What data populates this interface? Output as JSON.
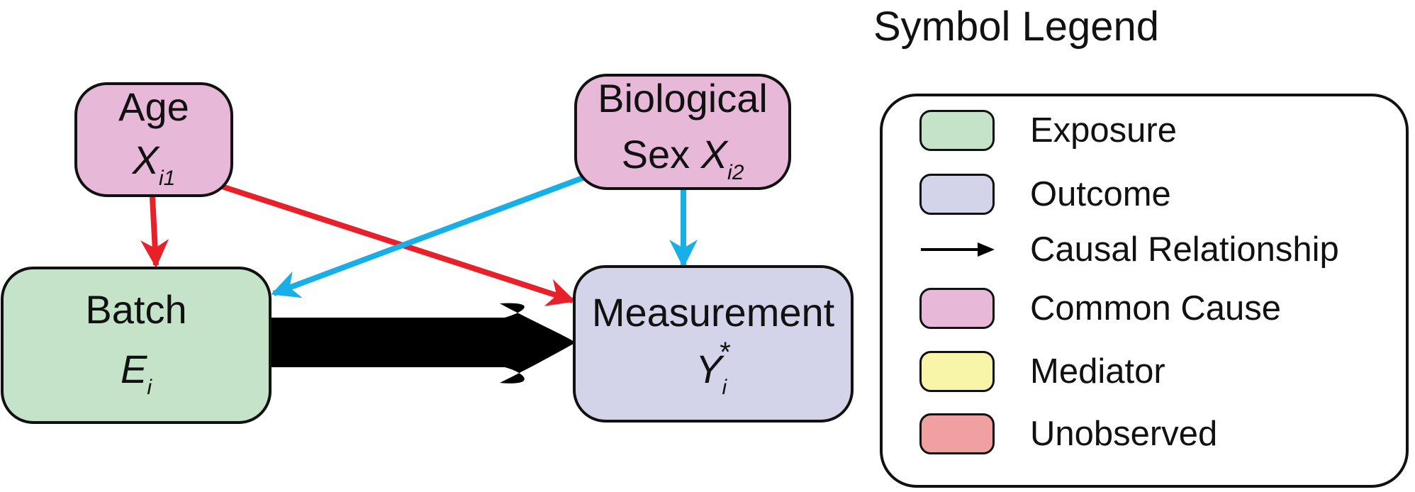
{
  "diagram": {
    "nodes": {
      "age": {
        "line1": "Age",
        "symbol": "X",
        "subscript": "i1",
        "fill": "#e8b8d8"
      },
      "sex": {
        "line1": "Biological",
        "line2_prefix": "Sex ",
        "symbol": "X",
        "subscript": "i2",
        "fill": "#e8b8d8"
      },
      "batch": {
        "line1": "Batch",
        "symbol": "E",
        "subscript": "i",
        "fill": "#c5e3c8"
      },
      "measurement": {
        "line1": "Measurement",
        "symbol": "Y",
        "subscript": "i",
        "superscript": "*",
        "fill": "#d3d3ea"
      }
    },
    "edges": [
      {
        "from": "Age",
        "to": "Batch",
        "color": "#e8202a"
      },
      {
        "from": "Age",
        "to": "Measurement",
        "color": "#e8202a"
      },
      {
        "from": "Biological Sex",
        "to": "Batch",
        "color": "#18aee8"
      },
      {
        "from": "Biological Sex",
        "to": "Measurement",
        "color": "#18aee8"
      },
      {
        "from": "Batch",
        "to": "Measurement",
        "color": "#000000",
        "emphasis": "thick"
      }
    ]
  },
  "legend": {
    "title": "Symbol Legend",
    "items": [
      {
        "label": "Exposure",
        "kind": "swatch",
        "color": "#c5e3c8"
      },
      {
        "label": "Outcome",
        "kind": "swatch",
        "color": "#d3d3ea"
      },
      {
        "label": "Causal Relationship",
        "kind": "arrow",
        "color": "#000000"
      },
      {
        "label": "Common Cause",
        "kind": "swatch",
        "color": "#e8b8d8"
      },
      {
        "label": "Mediator",
        "kind": "swatch",
        "color": "#f8f4a8"
      },
      {
        "label": "Unobserved",
        "kind": "swatch",
        "color": "#f0a0a0"
      }
    ]
  }
}
